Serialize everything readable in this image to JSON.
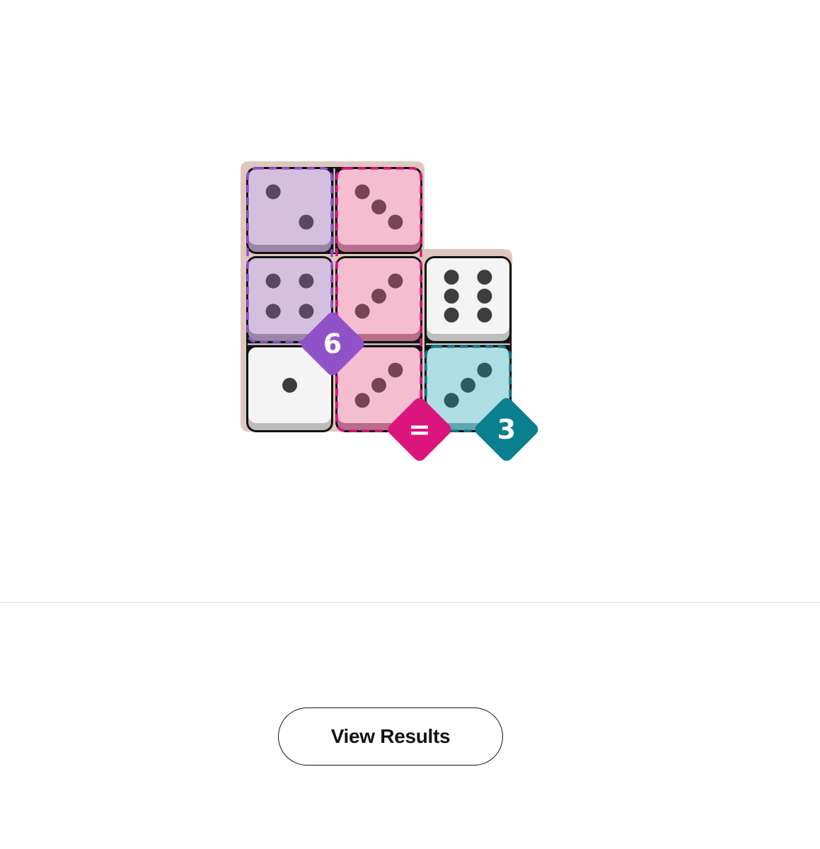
{
  "board": {
    "pips": {
      "1": [
        [
          0.5,
          0.5
        ]
      ],
      "2": [
        [
          0.3,
          0.3
        ],
        [
          0.7,
          0.7
        ]
      ],
      "3": [
        [
          0.3,
          0.3
        ],
        [
          0.5,
          0.5
        ],
        [
          0.7,
          0.7
        ]
      ],
      "3r": [
        [
          0.7,
          0.3
        ],
        [
          0.5,
          0.5
        ],
        [
          0.3,
          0.7
        ]
      ],
      "4": [
        [
          0.3,
          0.3
        ],
        [
          0.7,
          0.3
        ],
        [
          0.3,
          0.7
        ],
        [
          0.7,
          0.7
        ]
      ],
      "6": [
        [
          0.3,
          0.25
        ],
        [
          0.7,
          0.25
        ],
        [
          0.3,
          0.5
        ],
        [
          0.7,
          0.5
        ],
        [
          0.3,
          0.75
        ],
        [
          0.7,
          0.75
        ]
      ]
    },
    "colors": {
      "tray": "#dec7bd",
      "outline": "#121212",
      "plain_face": "#f4f4f4",
      "plain_shade": "#bdbdbd",
      "plain_pip": "#3d3d3d",
      "purple": "#d4bfe1",
      "purple_dark": "#9a85a9",
      "purple_pip": "#594767",
      "purple_accent": "#9152c9",
      "pink": "#f5bdd0",
      "pink_dark": "#b96d8b",
      "pink_pip": "#774457",
      "pink_accent": "#db157c",
      "teal": "#aedde3",
      "teal_dark": "#62a6b0",
      "teal_pip": "#2e5b63",
      "teal_accent": "#0a7f8f"
    },
    "dominoes": [
      {
        "name": "domino-top-purple-pink",
        "cells": [
          {
            "r": 0,
            "c": 0,
            "value": "2",
            "color": "purple"
          },
          {
            "r": 0,
            "c": 1,
            "value": "3",
            "color": "pink"
          }
        ]
      },
      {
        "name": "domino-left-purple-plain",
        "cells": [
          {
            "r": 1,
            "c": 0,
            "value": "4",
            "color": "purple"
          },
          {
            "r": 2,
            "c": 0,
            "value": "1",
            "color": "plain"
          }
        ]
      },
      {
        "name": "domino-middle-pink",
        "cells": [
          {
            "r": 1,
            "c": 1,
            "value": "3r",
            "color": "pink"
          },
          {
            "r": 2,
            "c": 1,
            "value": "3r",
            "color": "pink"
          }
        ]
      },
      {
        "name": "domino-right-plain-teal",
        "cells": [
          {
            "r": 1,
            "c": 2,
            "value": "6",
            "color": "plain"
          },
          {
            "r": 2,
            "c": 2,
            "value": "3r",
            "color": "teal"
          }
        ]
      }
    ],
    "regions": [
      {
        "name": "region-purple",
        "color": "purple",
        "cells": [
          [
            0,
            0
          ],
          [
            1,
            0
          ]
        ],
        "label": "6"
      },
      {
        "name": "region-pink",
        "color": "pink",
        "cells": [
          [
            0,
            1
          ],
          [
            1,
            1
          ],
          [
            2,
            1
          ]
        ],
        "label": "="
      },
      {
        "name": "region-teal",
        "color": "teal",
        "cells": [
          [
            2,
            2
          ]
        ],
        "label": "3"
      }
    ]
  },
  "actions": {
    "view_results_label": "View Results"
  }
}
